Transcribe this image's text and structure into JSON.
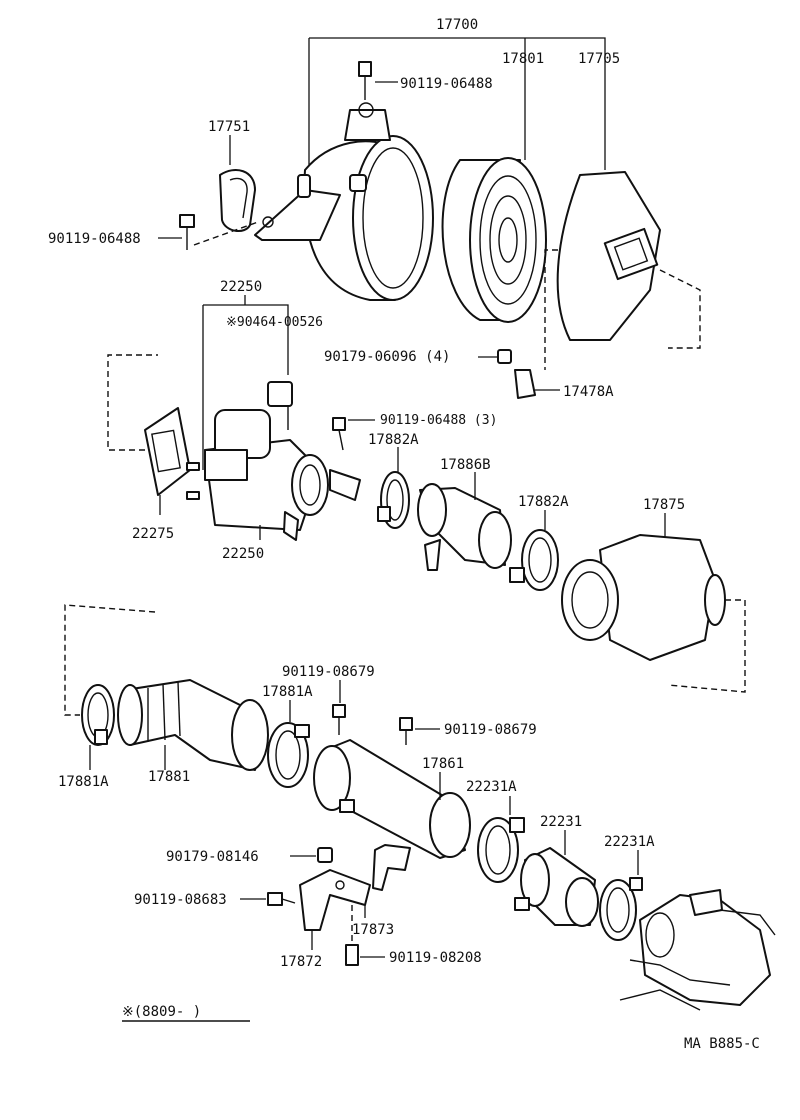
{
  "labels": {
    "l17700": "17700",
    "l17801": "17801",
    "l17705": "17705",
    "l90119_06488_top": "90119-06488",
    "l17751": "17751",
    "l90119_06488_left": "90119-06488",
    "l22250_top": "22250",
    "l90464_00526": "※90464-00526",
    "l90179_06096": "90179-06096 (4)",
    "l17478A": "17478A",
    "l90119_06488_3": "90119-06488 (3)",
    "l17882A_1": "17882A",
    "l17886B": "17886B",
    "l17882A_2": "17882A",
    "l17875": "17875",
    "l22275": "22275",
    "l22250_bot": "22250",
    "l90119_08679_1": "90119-08679",
    "l17881A_top": "17881A",
    "l90119_08679_2": "90119-08679",
    "l17881A_left": "17881A",
    "l17881": "17881",
    "l17861": "17861",
    "l22231A_1": "22231A",
    "l22231": "22231",
    "l22231A_2": "22231A",
    "l90179_08146": "90179-08146",
    "l90119_08683": "90119-08683",
    "l17873": "17873",
    "l17872": "17872",
    "l90119_08208": "90119-08208",
    "l8809": "※(8809-      )",
    "lcode": "MA B885-C"
  }
}
